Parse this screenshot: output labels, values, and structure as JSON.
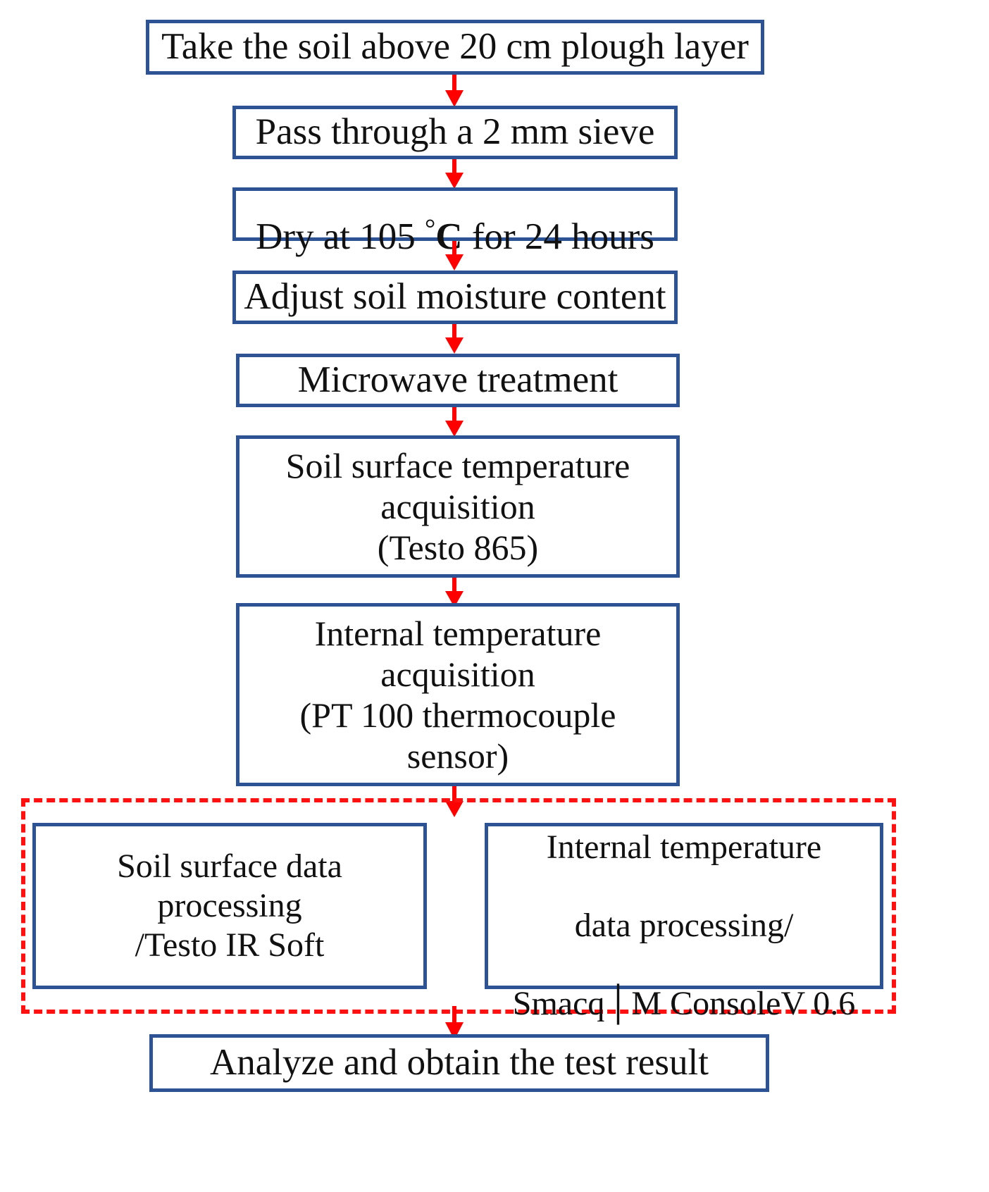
{
  "diagram": {
    "title": "Soil microwave treatment experimental flow",
    "type": "flowchart",
    "orientation": "top-to-bottom",
    "colors": {
      "box_border": "#2E5395",
      "box_fill": "#FFFFFF",
      "arrow": "#FF0000",
      "group_outline": "#FF1111",
      "text": "#111111"
    },
    "nodes": [
      {
        "id": "n1",
        "label": "Take the soil above 20 cm plough layer"
      },
      {
        "id": "n2",
        "label": "Pass through a 2 mm sieve"
      },
      {
        "id": "n3",
        "label_prefix": "Dry at 105 ",
        "label_degree": "°",
        "label_c": "C",
        "label_suffix": " for 24 hours",
        "label": "Dry at 105 °C for 24 hours"
      },
      {
        "id": "n4",
        "label": "Adjust soil moisture content"
      },
      {
        "id": "n5",
        "label": "Microwave treatment"
      },
      {
        "id": "n6",
        "label": "Soil surface temperature\nacquisition\n(Testo 865)"
      },
      {
        "id": "n7",
        "label": "Internal  temperature\nacquisition\n(PT 100 thermocouple\nsensor)"
      },
      {
        "id": "n8",
        "label": "Soil surface data\nprocessing\n/Testo IR Soft"
      },
      {
        "id": "n9a_line1",
        "label": "Internal  temperature"
      },
      {
        "id": "n9a_line2",
        "label": "data processing/"
      },
      {
        "id": "n9a_line3_left",
        "label": "Smacq"
      },
      {
        "id": "n9a_bar",
        "label": "│"
      },
      {
        "id": "n9a_line3_right",
        "label": "M ConsoleV 0.6"
      },
      {
        "id": "n10",
        "label": "Analyze  and obtain the test result"
      }
    ],
    "group": {
      "style": "red-dashed-rectangle",
      "contains": [
        "n8",
        "n9"
      ]
    },
    "edges": [
      {
        "from": "n1",
        "to": "n2",
        "style": "red-arrow-down"
      },
      {
        "from": "n2",
        "to": "n3",
        "style": "red-arrow-down"
      },
      {
        "from": "n3",
        "to": "n4",
        "style": "red-arrow-down"
      },
      {
        "from": "n4",
        "to": "n5",
        "style": "red-arrow-down"
      },
      {
        "from": "n5",
        "to": "n6",
        "style": "red-arrow-down"
      },
      {
        "from": "n6",
        "to": "n7",
        "style": "red-arrow-down"
      },
      {
        "from": "n7",
        "to": "group",
        "style": "red-arrow-down"
      },
      {
        "from": "group",
        "to": "n10",
        "style": "red-arrow-down"
      }
    ]
  }
}
